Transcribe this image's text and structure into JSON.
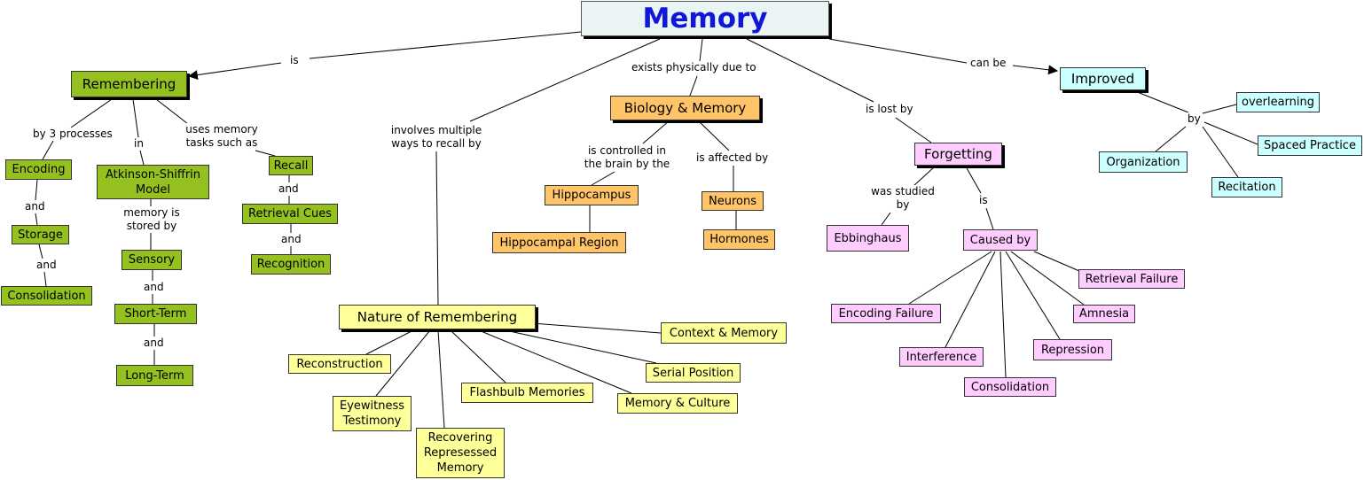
{
  "root": "Memory",
  "branches": {
    "remembering": {
      "title": "Remembering",
      "link_from_root": "is",
      "by_3_processes": "by 3 processes",
      "in": "in",
      "uses_memory_tasks": "uses memory tasks such as",
      "encoding": "Encoding",
      "and_1": "and",
      "storage": "Storage",
      "and_2": "and",
      "consolidation": "Consolidation",
      "atkinson_shiffrin": "Atkinson-Shiffrin Model",
      "memory_is_stored_by": "memory is stored by",
      "sensory": "Sensory",
      "and_3": "and",
      "short_term": "Short-Term",
      "and_4": "and",
      "long_term": "Long-Term",
      "recall": "Recall",
      "and_5": "and",
      "retrieval_cues": "Retrieval Cues",
      "and_6": "and",
      "recognition": "Recognition"
    },
    "nature": {
      "link_from_root": "involves multiple ways to recall by",
      "title": "Nature of Remembering",
      "items": {
        "reconstruction": "Reconstruction",
        "eyewitness": "Eyewitness Testimony",
        "recovering": "Recovering Represessed Memory",
        "flashbulb": "Flashbulb Memories",
        "memory_culture": "Memory & Culture",
        "serial_position": "Serial Position",
        "context_memory": "Context & Memory"
      }
    },
    "biology": {
      "link_from_root": "exists physically due to",
      "title": "Biology & Memory",
      "controlled_by": "is controlled in the brain by the",
      "affected_by": "is affected by",
      "hippocampus": "Hippocampus",
      "hippocampal_region": "Hippocampal Region",
      "neurons": "Neurons",
      "hormones": "Hormones"
    },
    "forgetting": {
      "link_from_root": "is lost by",
      "title": "Forgetting",
      "was_studied_by": "was studied by",
      "is": "is",
      "ebbinghaus": "Ebbinghaus",
      "caused_by": "Caused by",
      "causes": {
        "encoding_failure": "Encoding Failure",
        "interference": "Interference",
        "consolidation": "Consolidation",
        "repression": "Repression",
        "amnesia": "Amnesia",
        "retrieval_failure": "Retrieval Failure"
      }
    },
    "improved": {
      "link_from_root": "can be",
      "title": "Improved",
      "by": "by",
      "organization": "Organization",
      "overlearning": "overlearning",
      "spaced_practice": "Spaced Practice",
      "recitation": "Recitation"
    }
  },
  "colors": {
    "root_text": "#0f18d6",
    "root_fill": "#eaf4f4",
    "green": "#94c11f",
    "orange": "#ffc467",
    "yellow": "#ffff99",
    "pink": "#ffccff",
    "cyan": "#ccffff",
    "line": "#000000"
  }
}
